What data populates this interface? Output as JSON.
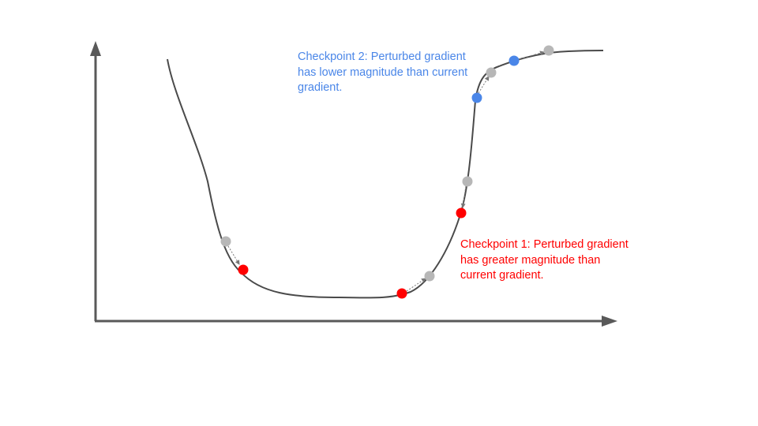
{
  "colors": {
    "axis": "#595959",
    "curve": "#4a4a4a",
    "point_gray": "#b7b7b7",
    "point_red": "#ff0000",
    "point_blue": "#4a86e8",
    "annotation_red": "#ff0000",
    "annotation_blue": "#4a86e8"
  },
  "annotations": {
    "checkpoint_2": {
      "lines": [
        "Checkpoint 2: Perturbed gradient",
        "has lower magnitude than current",
        "gradient."
      ]
    },
    "checkpoint_1": {
      "lines": [
        "Checkpoint 1: Perturbed gradient",
        "has greater magnitude than",
        "current gradient."
      ]
    }
  },
  "points": [
    {
      "id": "left-descent-current",
      "kind": "gray"
    },
    {
      "id": "left-descent-perturbed",
      "kind": "red"
    },
    {
      "id": "valley-current",
      "kind": "gray"
    },
    {
      "id": "valley-perturbed",
      "kind": "red"
    },
    {
      "id": "steep-rise-current",
      "kind": "gray"
    },
    {
      "id": "steep-rise-perturbed",
      "kind": "red"
    },
    {
      "id": "upper-rise-current",
      "kind": "gray"
    },
    {
      "id": "upper-rise-perturbed",
      "kind": "blue"
    },
    {
      "id": "plateau-current",
      "kind": "gray"
    },
    {
      "id": "plateau-perturbed",
      "kind": "blue"
    }
  ]
}
